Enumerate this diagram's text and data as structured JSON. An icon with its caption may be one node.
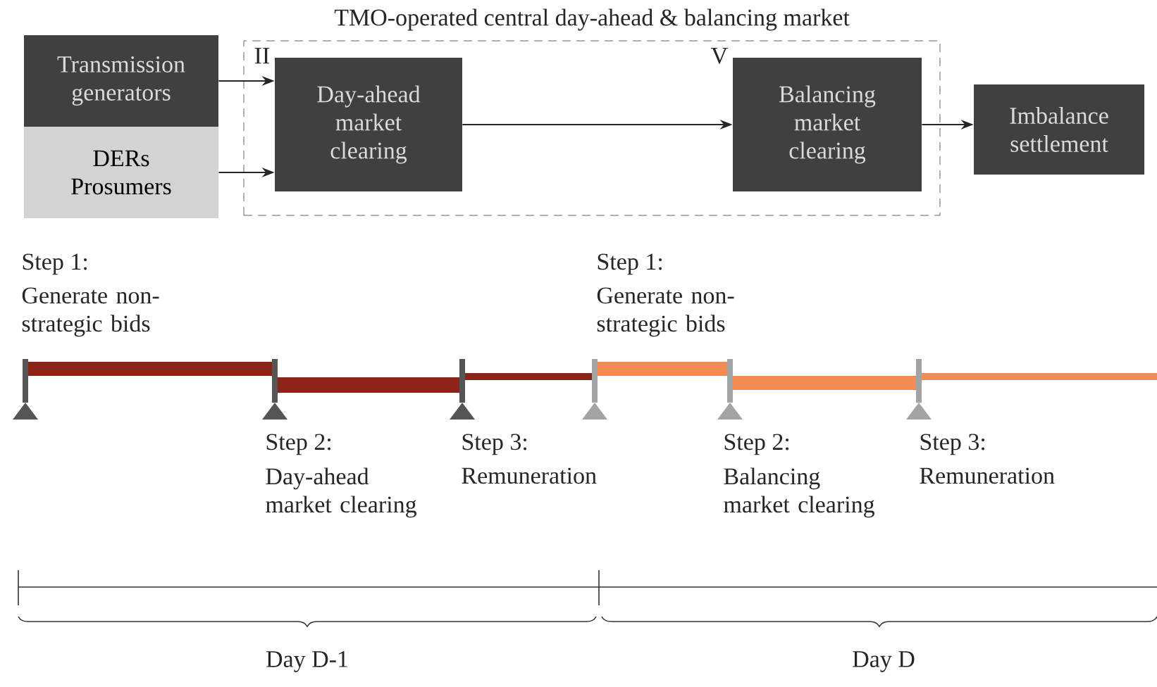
{
  "diagram": {
    "nodes": [
      {
        "text": [
          "TMO-operated central day-ahead & balancing market"
        ]
      },
      {
        "text": [
          "Transmission generators"
        ]
      },
      {
        "text": [
          "DERs Prosumers"
        ]
      },
      {
        "text": [
          "Day-ahead market clearing"
        ],
        "in": 0,
        "beside": [
          "II"
        ]
      },
      {
        "text": [
          "Balancing market clearing"
        ],
        "in": 0,
        "beside": [
          "V"
        ]
      },
      {
        "text": [
          "Imbalance settlement"
        ]
      }
    ],
    "edges": [
      {
        "from": 1,
        "to": 3,
        "arrow": "to"
      },
      {
        "from": 2,
        "to": 3,
        "arrow": "to"
      },
      {
        "from": 3,
        "to": 4,
        "arrow": "to"
      },
      {
        "from": 4,
        "to": 5,
        "arrow": "to"
      }
    ],
    "labels": [
      "Step 1:",
      "Generate non-strategic bids",
      "Step 2:",
      "Day-ahead market clearing",
      "Step 3:",
      "Remuneration",
      "Step 1:",
      "Generate non-strategic bids",
      "Step 2:",
      "Balancing market clearing",
      "Step 3:",
      "Remuneration",
      "Day D-1",
      "Day D"
    ]
  }
}
